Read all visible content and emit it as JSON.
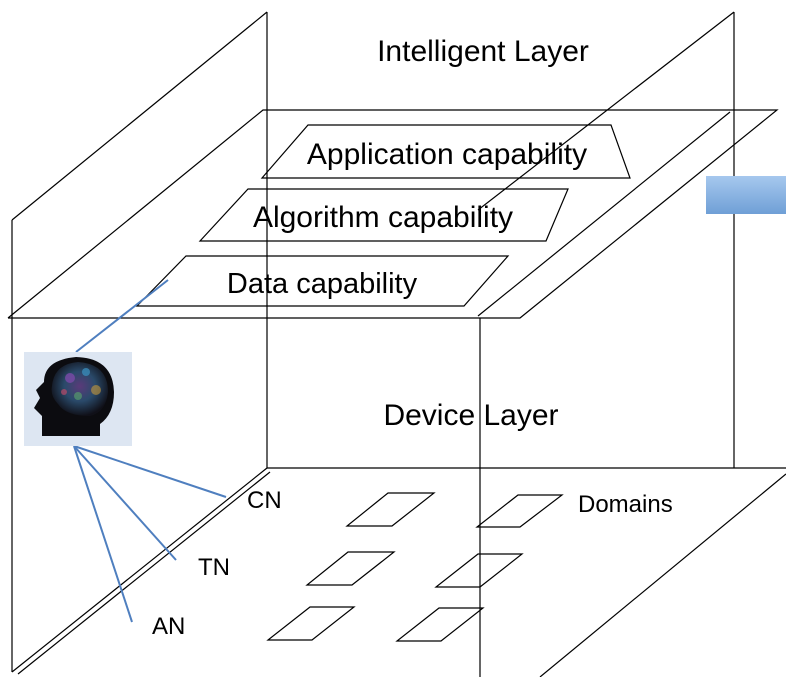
{
  "layers": {
    "intelligent": "Intelligent Layer",
    "device": "Device Layer"
  },
  "capabilities": {
    "application": "Application capability",
    "algorithm": "Algorithm capability",
    "data": "Data capability"
  },
  "networks": {
    "cn": "CN",
    "tn": "TN",
    "an": "AN"
  },
  "domains_label": "Domains",
  "colors": {
    "connector": "#4f7fbf",
    "arrow_top": "#a6c8ee",
    "arrow_bottom": "#6f9fd6",
    "lines": "#000000"
  },
  "icons": {
    "brain": "brain-head-icon",
    "arrow": "right-arrow-icon"
  }
}
